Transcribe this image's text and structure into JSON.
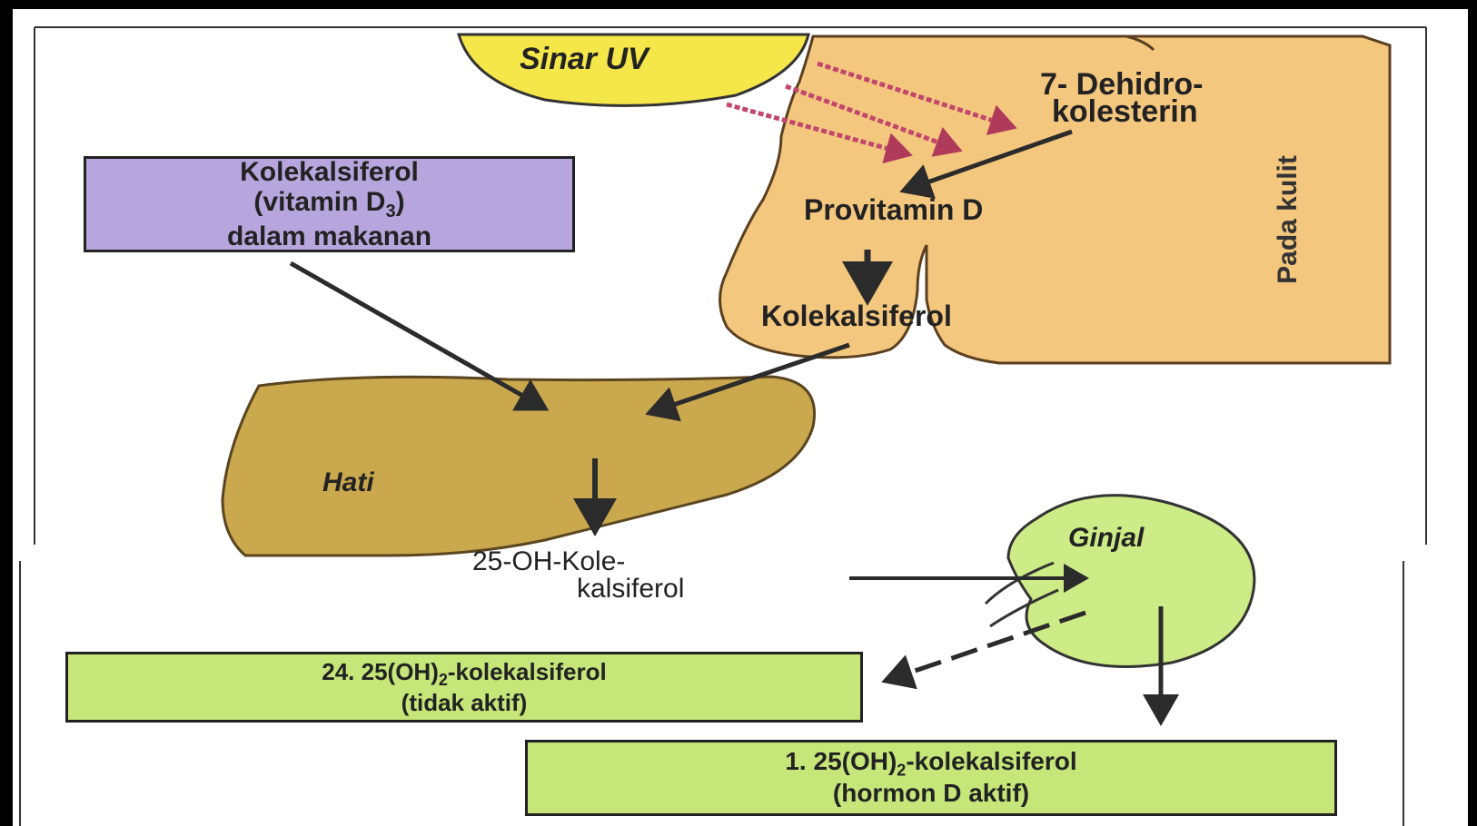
{
  "diagram": {
    "sun_label": "Sinar UV",
    "dehydro_line1": "7- Dehidro-",
    "dehydro_line2": "kolesterin",
    "provitamin": "Provitamin D",
    "skin_side_label": "Pada kulit",
    "kolekalsiferol_skin": "Kolekalsiferol",
    "food_box": {
      "line1": "Kolekalsiferol",
      "line2_pre": "(vitamin D",
      "line2_sub": "3",
      "line2_post": ")",
      "line3": "dalam makanan"
    },
    "liver_label": "Hati",
    "hydroxy_line1": "25-OH-Kole-",
    "hydroxy_line2": "kalsiferol",
    "kidney_label": "Ginjal",
    "inactive_box": {
      "line1_pre": "24. 25(OH)",
      "line1_sub": "2",
      "line1_post": "-kolekalsiferol",
      "line2": "(tidak aktif)"
    },
    "active_box": {
      "line1_pre": "1. 25(OH)",
      "line1_sub": "2",
      "line1_post": "-kolekalsiferol",
      "line2": "(hormon D  aktif)"
    }
  },
  "colors": {
    "sun": "#f5e64a",
    "skin": "#f4c77f",
    "liver": "#c9a84e",
    "kidney": "#cdeb86",
    "food_box": "#b7a6dd",
    "result_box": "#c6e67a",
    "arrow": "#2b2b2b",
    "uv_ray": "#c2476b"
  }
}
